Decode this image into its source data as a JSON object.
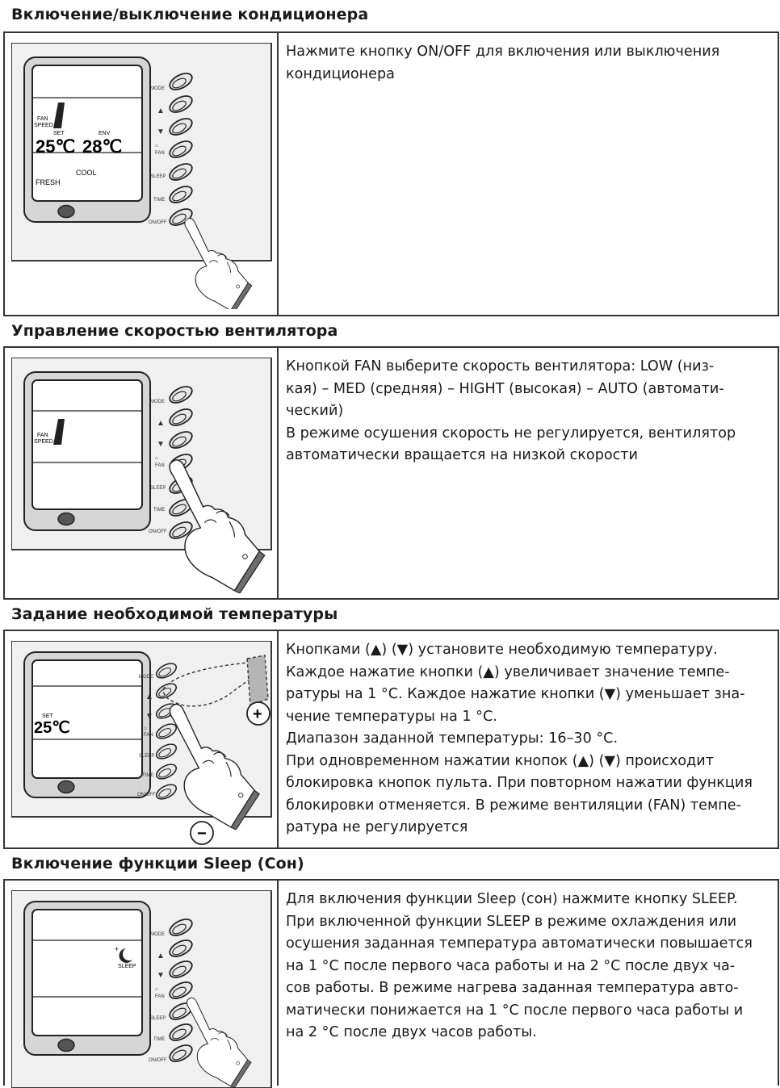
{
  "sections": [
    {
      "title": "Включение/выключение кондиционера",
      "lines": [
        "Нажмите кнопку ON/OFF для включения или выключения",
        "кондиционера"
      ]
    },
    {
      "title": "Управление скоростью вентилятора",
      "lines": [
        "Кнопкой FAN выберите скорость вентилятора: LOW (низ-",
        "кая) – MED (средняя) – HIGHT (высокая) – AUTO (автомати-",
        "ческий)",
        "В режиме осушения скорость не регулируется, вентилятор",
        "автоматически вращается на низкой скорости"
      ]
    },
    {
      "title": "Задание необходимой температуры",
      "lines": [
        "Кнопками (▲) (▼) установите необходимую температуру.",
        "Каждое нажатие кнопки (▲) увеличивает значение темпе-",
        "ратуры на 1 °C. Каждое нажатие кнопки (▼) уменьшает зна-",
        "чение температуры на 1 °C.",
        "Диапазон  заданной температуры: 16–30 °C.",
        "При одновременном нажатии кнопок (▲) (▼) происходит",
        "блокировка кнопок пульта. При повторном нажатии функция",
        "блокировки отменяется. В режиме вентиляции (FAN) темпе-",
        "ратура не регулируется"
      ]
    },
    {
      "title": "Включение функции Sleep (Сон)",
      "lines": [
        "Для включения функции Sleep (сон) нажмите кнопку SLEEP.",
        "При включенной функции SLEEP в режиме охлаждения или",
        "осушения заданная температура автоматически повышается",
        "на 1 °C после первого часа работы и на 2 °C после двух ча-",
        "сов работы. В режиме нагрева заданная температура авто-",
        "матически понижается на 1 °C после первого часа работы и",
        "на 2 °C после двух часов работы."
      ]
    }
  ],
  "remote": {
    "button_labels": [
      "MODE",
      "▲",
      "▼",
      "FAN",
      "SLEEP",
      "TIME",
      "ON/OFF"
    ],
    "fan_speed": "FAN SPEED",
    "set": "SET",
    "env": "ENV",
    "set_temp": "25℃",
    "env_temp": "28℃",
    "mode": "COOL",
    "fresh": "FRESH",
    "sleep": "SLEEP",
    "plus": "+",
    "minus": "−"
  }
}
